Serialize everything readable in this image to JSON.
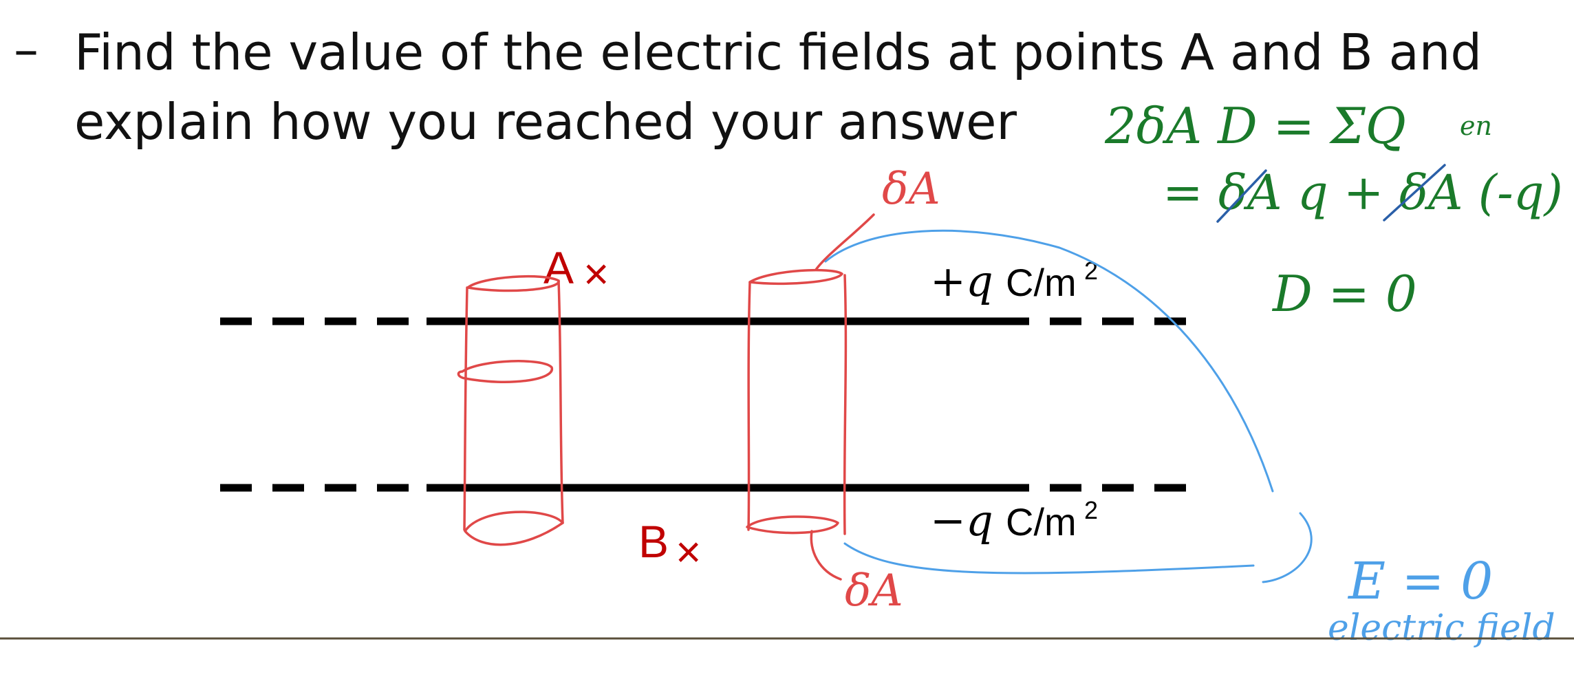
{
  "slide": {
    "bullet": "–",
    "question_line1": "Find the value of the electric fields at points A and B and",
    "question_line2": "explain how you reached your answer"
  },
  "diagram": {
    "plate_top_label_q": "+q",
    "plate_top_label_unit": "C/m",
    "plate_bottom_label_q": "−q",
    "plate_bottom_label_unit": "C/m",
    "unit_exponent": "2",
    "point_a": "A",
    "point_b": "B",
    "mark": "×"
  },
  "annotations": {
    "delta_a_top": "δA",
    "delta_a_bottom": "δA",
    "gauss_eq_1": "2δA D = ΣQ",
    "gauss_eq_1_sub": "en",
    "gauss_eq_2": "= δA q + δA (-q)",
    "gauss_eq_3": "D = 0",
    "field_eq": "E = 0",
    "field_note": "electric field"
  },
  "colors": {
    "text": "#111111",
    "plate": "#000000",
    "point_label": "#c00000",
    "gaussian_red": "#e04848",
    "green_ink": "#1a7a2a",
    "blue_ink": "#4ea0e8",
    "bottom_rule": "#5a4f3a"
  }
}
